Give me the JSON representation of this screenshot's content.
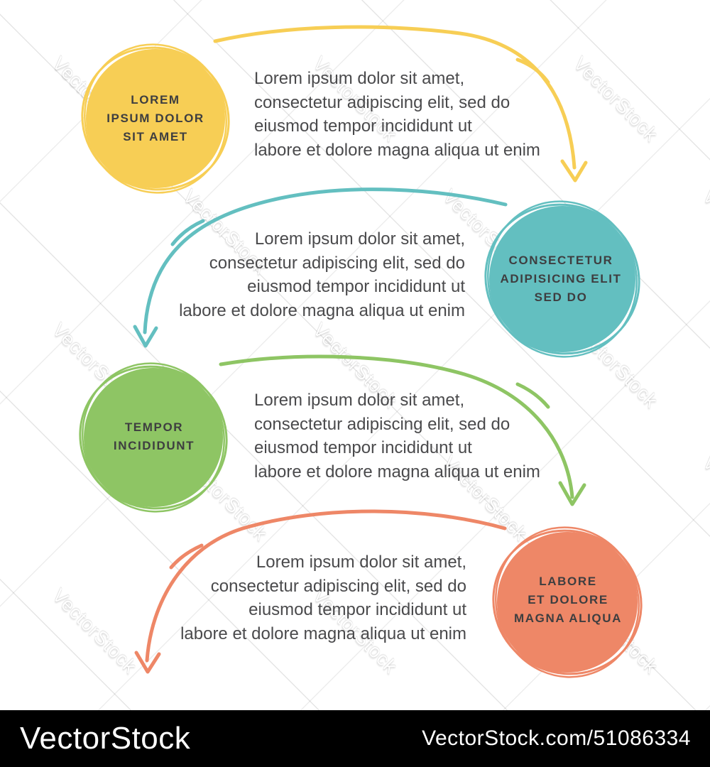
{
  "diagram": {
    "background": "#FFFFFF",
    "label_color": "#3E3E40",
    "paragraph_color": "#4A4A4C",
    "steps": [
      {
        "circle_label": "LOREM\nIPSUM DOLOR\nSIT AMET",
        "paragraph": "Lorem ipsum dolor sit amet,\nconsectetur adipiscing elit, sed do\neiusmod tempor incididunt ut\nlabore et dolore magna aliqua ut enim",
        "color": "#F7CE55",
        "side": "left"
      },
      {
        "circle_label": "CONSECTETUR\nADIPISICING ELIT\nSED DO",
        "paragraph": "Lorem ipsum dolor sit amet,\nconsectetur adipiscing elit, sed do\neiusmod tempor incididunt ut\nlabore et dolore magna aliqua ut enim",
        "color": "#63BFC0",
        "side": "right"
      },
      {
        "circle_label": "TEMPOR\nINCIDIDUNT",
        "paragraph": "Lorem ipsum dolor sit amet,\nconsectetur adipiscing elit, sed do\neiusmod tempor incididunt ut\nlabore et dolore magna aliqua ut enim",
        "color": "#8EC564",
        "side": "left"
      },
      {
        "circle_label": "LABORE\nET DOLORE\nMAGNA ALIQUA",
        "paragraph": "Lorem ipsum dolor sit amet,\nconsectetur adipiscing elit, sed do\neiusmod tempor incididunt ut\nlabore et dolore magna aliqua ut enim",
        "color": "#EE8767",
        "side": "right"
      }
    ]
  },
  "watermark": {
    "tile_text": "VectorStock"
  },
  "footer": {
    "brand": "VectorStock",
    "url": "VectorStock.com/51086334",
    "background": "#000000",
    "text_color": "#FFFFFF"
  }
}
